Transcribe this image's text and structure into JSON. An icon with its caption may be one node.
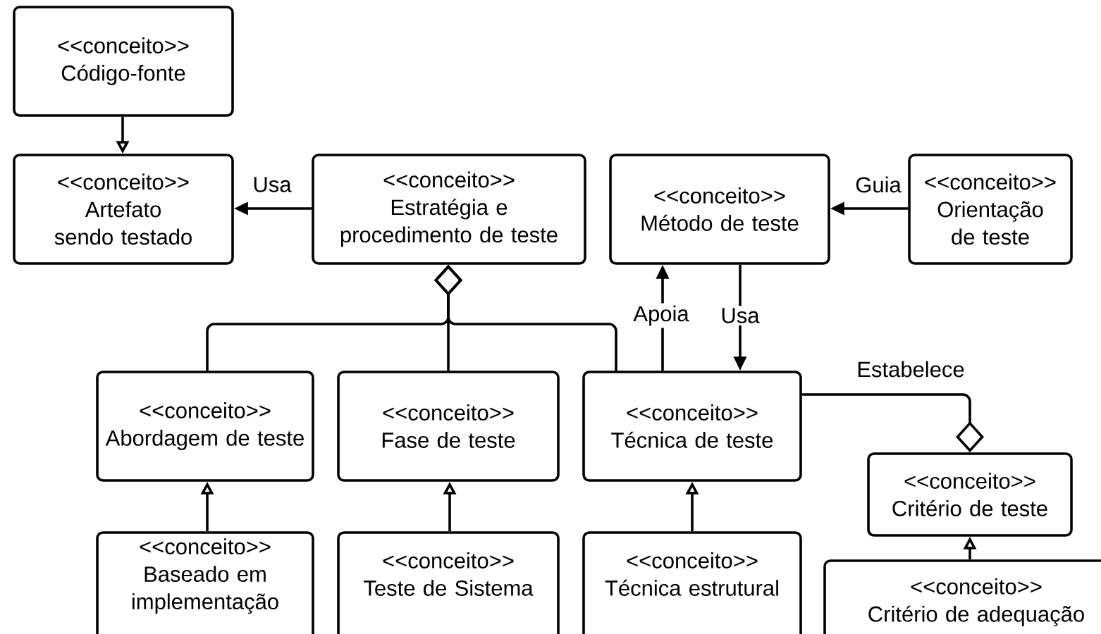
{
  "diagram": {
    "nodes": [
      {
        "text": [
          "<<conceito>>",
          "Código-fonte"
        ]
      },
      {
        "text": [
          "<<conceito>>",
          "Artefato sendo testado"
        ]
      },
      {
        "text": [
          "<<conceito>>",
          "Estratégia e procedimento de teste"
        ]
      },
      {
        "text": [
          "<<conceito>>",
          "Método de teste"
        ]
      },
      {
        "text": [
          "<<conceito>>",
          "Orientação de teste"
        ]
      },
      {
        "text": [
          "<<conceito>>",
          "Abordagem de teste"
        ]
      },
      {
        "text": [
          "<<conceito>>",
          "Fase de teste"
        ]
      },
      {
        "text": [
          "<<conceito>>",
          "Técnica de teste"
        ]
      },
      {
        "text": [
          "<<conceito>>",
          "Critério de teste"
        ]
      },
      {
        "text": [
          "<<conceito>>",
          "Baseado em implementação"
        ]
      },
      {
        "text": [
          "<<conceito>>",
          "Teste de Sistema"
        ]
      },
      {
        "text": [
          "<<conceito>>",
          "Técnica estrutural"
        ]
      },
      {
        "text": [
          "<<conceito>>",
          "Critério de adequação"
        ]
      }
    ],
    "edges": [
      {
        "from": 0,
        "to": 1,
        "arrow": "to"
      },
      {
        "from": 2,
        "to": 1,
        "arrow": "to",
        "label": "Usa"
      },
      {
        "from": 4,
        "to": 3,
        "arrow": "to",
        "label": "Guia"
      },
      {
        "from": 2,
        "to": 5,
        "arrow": "other"
      },
      {
        "from": 2,
        "to": 6,
        "arrow": "other"
      },
      {
        "from": 2,
        "to": 7,
        "arrow": "other"
      },
      {
        "from": 7,
        "to": 3,
        "arrow": "to",
        "label": "Apoia"
      },
      {
        "from": 3,
        "to": 7,
        "arrow": "to",
        "label": "Usa"
      },
      {
        "from": 8,
        "to": 7,
        "arrow": "other",
        "label": "Estabelece"
      },
      {
        "from": 9,
        "to": 5,
        "arrow": "to"
      },
      {
        "from": 10,
        "to": 6,
        "arrow": "to"
      },
      {
        "from": 11,
        "to": 7,
        "arrow": "to"
      },
      {
        "from": 12,
        "to": 8,
        "arrow": "to"
      }
    ]
  }
}
